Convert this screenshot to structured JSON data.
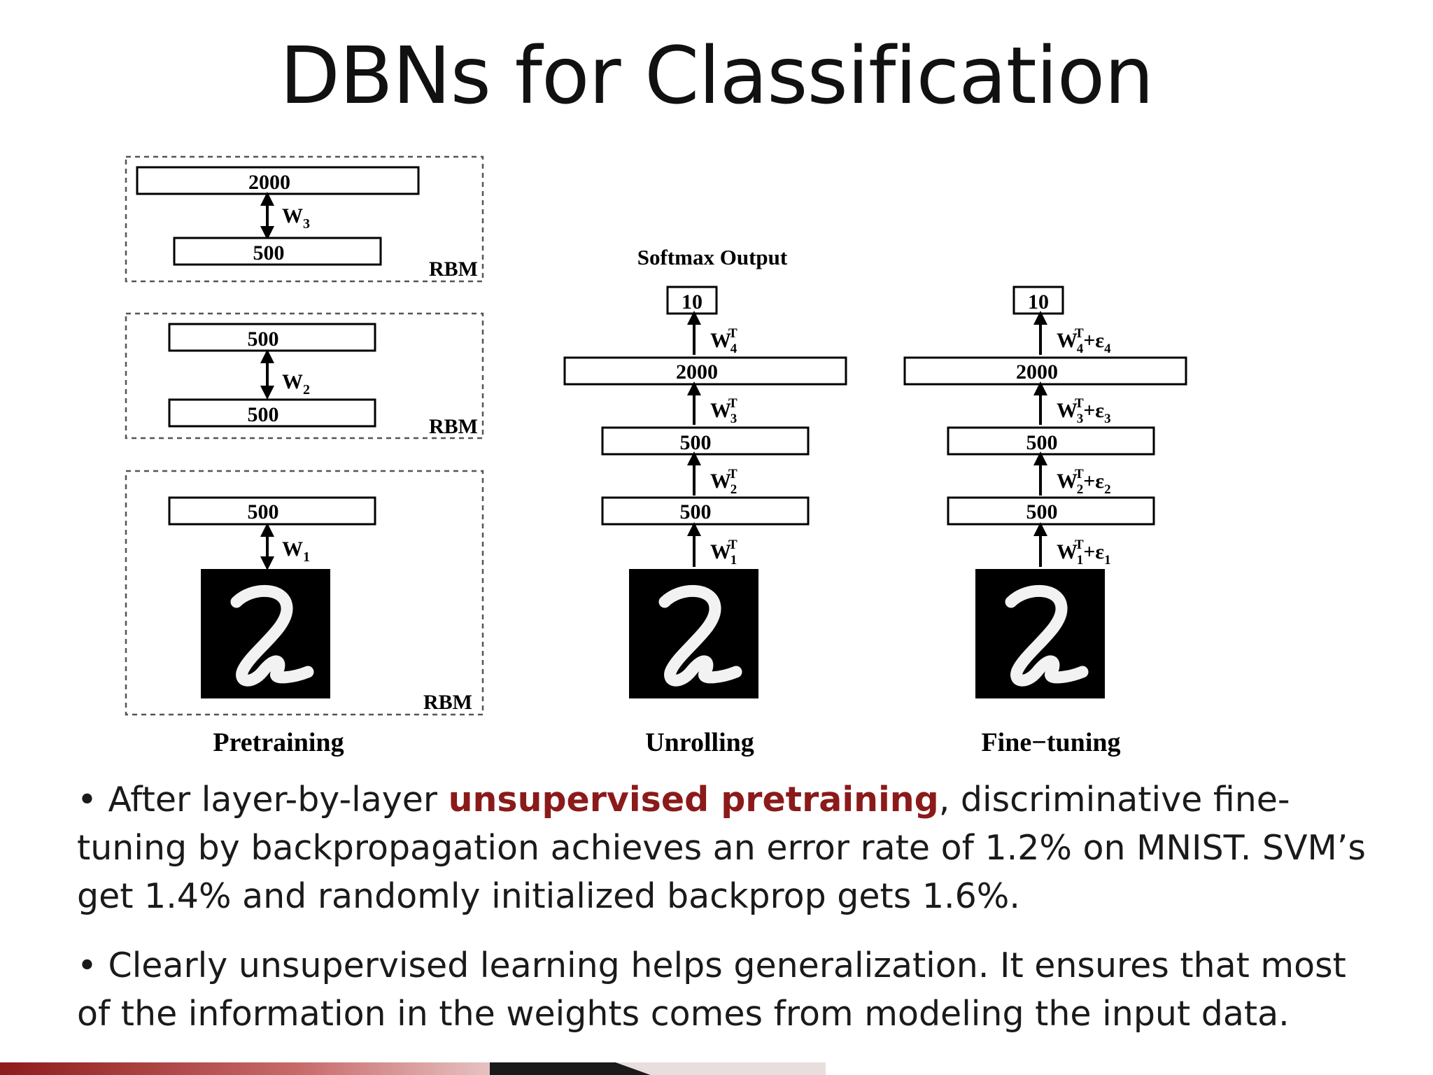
{
  "slide": {
    "title": "DBNs for Classification"
  },
  "diagram": {
    "pretraining": {
      "caption": "Pretraining",
      "rbm_label": "RBM",
      "rbm1": {
        "top": "2000",
        "bottom": "500",
        "weight": "W",
        "weight_sub": "3"
      },
      "rbm2": {
        "top": "500",
        "bottom": "500",
        "weight": "W",
        "weight_sub": "2"
      },
      "rbm3": {
        "top": "500",
        "weight": "W",
        "weight_sub": "1"
      }
    },
    "unrolling": {
      "caption": "Unrolling",
      "output_label": "Softmax Output",
      "layers": [
        "10",
        "2000",
        "500",
        "500"
      ],
      "weights": [
        {
          "w": "W",
          "sub": "4",
          "sup": "T",
          "eps": ""
        },
        {
          "w": "W",
          "sub": "3",
          "sup": "T",
          "eps": ""
        },
        {
          "w": "W",
          "sub": "2",
          "sup": "T",
          "eps": ""
        },
        {
          "w": "W",
          "sub": "1",
          "sup": "T",
          "eps": ""
        }
      ]
    },
    "finetuning": {
      "caption": "Fine−tuning",
      "layers": [
        "10",
        "2000",
        "500",
        "500"
      ],
      "weights": [
        {
          "w": "W",
          "sub": "4",
          "sup": "T",
          "eps": "+ε",
          "eps_sub": "4"
        },
        {
          "w": "W",
          "sub": "3",
          "sup": "T",
          "eps": "+ε",
          "eps_sub": "3"
        },
        {
          "w": "W",
          "sub": "2",
          "sup": "T",
          "eps": "+ε",
          "eps_sub": "2"
        },
        {
          "w": "W",
          "sub": "1",
          "sup": "T",
          "eps": "+ε",
          "eps_sub": "1"
        }
      ]
    }
  },
  "bullets": {
    "b1_before": "After layer-by-layer ",
    "b1_highlight": "unsupervised pretraining",
    "b1_after": ", discriminative fine-tuning by backpropagation achieves an error rate of 1.2% on MNIST. SVM’s get 1.4% and randomly initialized backprop gets 1.6%.",
    "b2": "Clearly unsupervised learning helps generalization. It ensures that most of the information in the weights comes from modeling the input data."
  },
  "colors": {
    "highlight": "#8b1a1a",
    "footer_red": "#a52a2a",
    "footer_dark": "#1a1a1a"
  }
}
